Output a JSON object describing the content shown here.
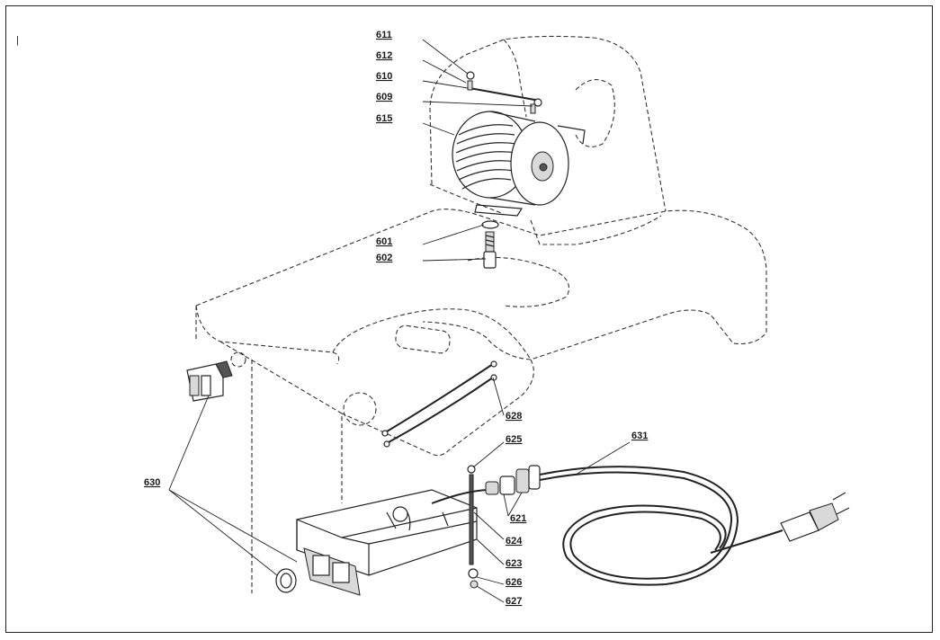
{
  "corner_mark": "|",
  "parts": {
    "p611": "611",
    "p612": "612",
    "p610": "610",
    "p609": "609",
    "p615": "615",
    "p601": "601",
    "p602": "602",
    "p628": "628",
    "p625": "625",
    "p631": "631",
    "p630": "630",
    "p621": "621",
    "p624": "624",
    "p623": "623",
    "p626": "626",
    "p627": "627"
  }
}
